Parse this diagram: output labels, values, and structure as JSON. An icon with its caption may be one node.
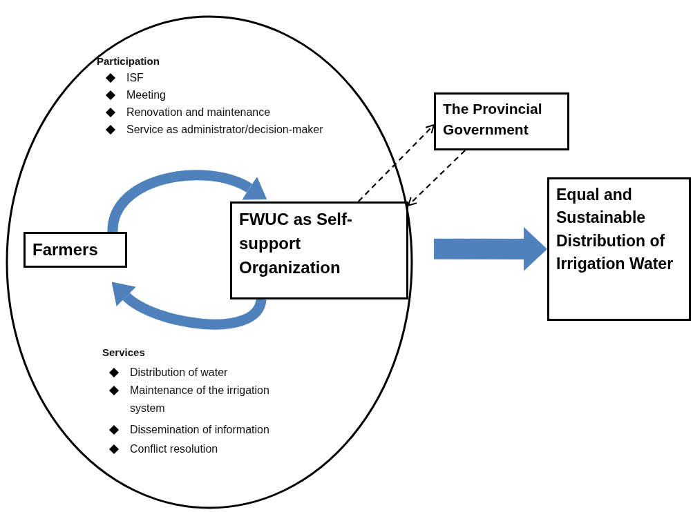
{
  "diagram": {
    "nodes": [
      {
        "text": [
          "Participation",
          "ISF",
          "Meeting",
          "Renovation and maintenance",
          "Service as administrator/decision-maker",
          "Services",
          "Distribution of water",
          "Maintenance of the irrigation system",
          "Dissemination of information",
          "Conflict resolution"
        ]
      },
      {
        "text": [
          "Farmers"
        ],
        "in": 0
      },
      {
        "text": [
          "FWUC as Self-support Organization"
        ],
        "in": 0
      },
      {
        "text": [
          "The Provincial Government"
        ]
      },
      {
        "text": [
          "Equal and Sustainable Distribution of Irrigation Water"
        ]
      }
    ],
    "edges": [
      {
        "from": 1,
        "to": 2,
        "arrow": "to",
        "color": "#4f81bd"
      },
      {
        "from": 2,
        "to": 1,
        "arrow": "to",
        "color": "#4f81bd"
      },
      {
        "from": 2,
        "to": 3,
        "arrow": "to",
        "style": "dashed",
        "color": "#000000"
      },
      {
        "from": 3,
        "to": 2,
        "arrow": "to",
        "style": "dashed",
        "color": "#000000"
      },
      {
        "from": 0,
        "to": 4,
        "arrow": "to",
        "style": "thick",
        "color": "#4f81bd"
      }
    ]
  }
}
